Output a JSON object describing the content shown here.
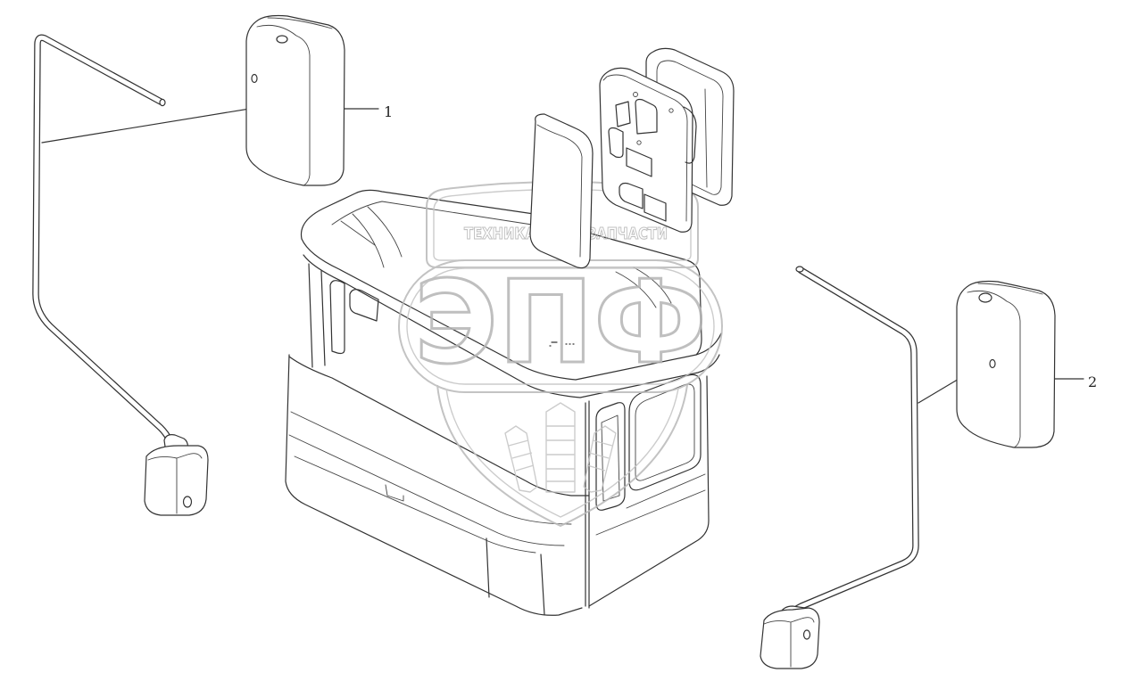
{
  "callouts": {
    "one": "1",
    "two": "2"
  },
  "watermark": {
    "left_word": "ТЕХНИКА",
    "right_word": "ЗАПЧАСТИ",
    "logo_text": "ЭПФ",
    "icon": "gear-icon"
  },
  "colors": {
    "line": "#333333",
    "watermark": "#b9b9b9",
    "background": "#ffffff"
  }
}
